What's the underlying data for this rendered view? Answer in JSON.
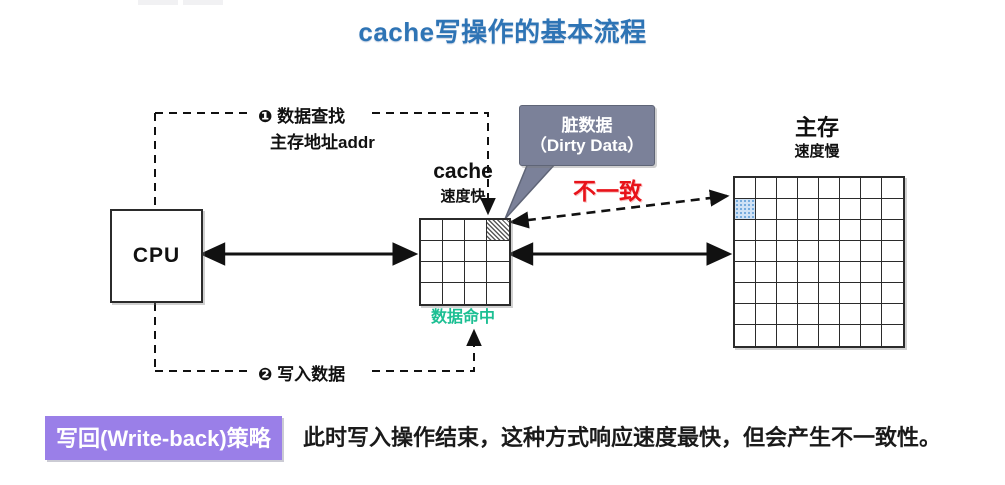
{
  "title": "cache写操作的基本流程",
  "colors": {
    "title_blue": "#2e74b5",
    "hit_green": "#1cbf93",
    "inconsistent_red": "#e8131a",
    "callout_gray": "#7b8199",
    "badge_purple": "#9a7fe8",
    "mem_dirty_blue": "#cfe2f6"
  },
  "cpu": {
    "label": "CPU"
  },
  "cache": {
    "title": "cache",
    "subtitle": "速度快",
    "hit_label": "数据命中",
    "rows": 4,
    "cols": 4,
    "dirty_cell": {
      "row": 1,
      "col": 4
    }
  },
  "memory": {
    "title": "主存",
    "subtitle": "速度慢",
    "rows": 8,
    "cols": 8,
    "dirty_cell": {
      "row": 2,
      "col": 1
    }
  },
  "callout": {
    "line1": "脏数据",
    "line2": "（Dirty Data）"
  },
  "steps": [
    {
      "marker": "❶",
      "line1": "❶ 数据查找",
      "line2": "主存地址addr"
    },
    {
      "marker": "❷",
      "line1": "❷ 写入数据"
    }
  ],
  "inconsistent_label": "不一致",
  "footer": {
    "badge": "写回(Write-back)策略",
    "sentence": "此时写入操作结束，这种方式响应速度最快，但会产生不一致性。"
  }
}
